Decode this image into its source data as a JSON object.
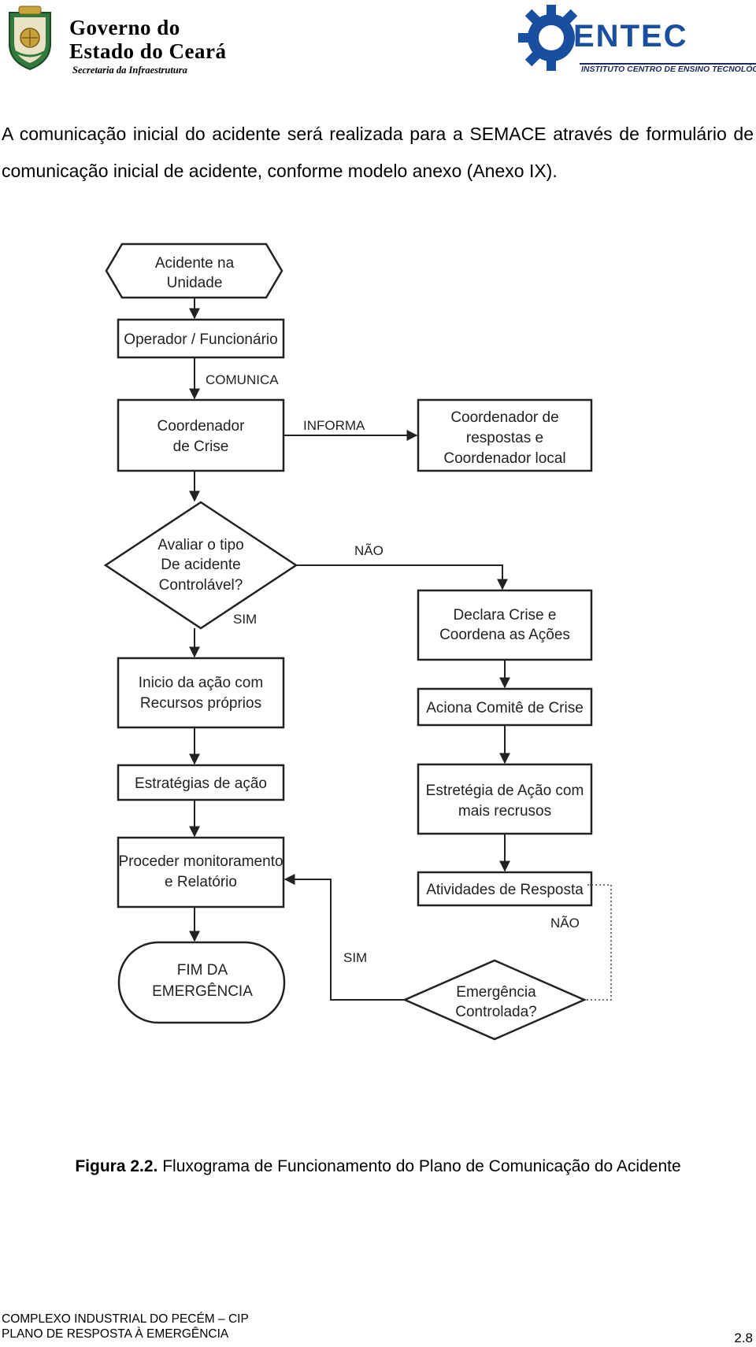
{
  "header": {
    "gov": {
      "line1": "Governo do",
      "line2": "Estado do Ceará",
      "line3": "Secretaria da Infraestrutura"
    },
    "entec": {
      "name": "ENTEC",
      "subtitle": "INSTITUTO CENTRO DE ENSINO TECNOLÓGICO"
    }
  },
  "intro_text": "A comunicação inicial do acidente será realizada para a SEMACE através de formulário de comunicação inicial de acidente, conforme modelo anexo (Anexo IX).",
  "flowchart": {
    "start": [
      "Acidente na",
      "Unidade"
    ],
    "operator": "Operador / Funcionário",
    "edge_comunica": "COMUNICA",
    "crisis_coord": [
      "Coordenador",
      "de Crise"
    ],
    "edge_informa": "INFORMA",
    "response_coord": [
      "Coordenador de",
      "respostas e",
      "Coordenador local"
    ],
    "decision1": [
      "Avaliar o tipo",
      "De acidente",
      "Controlável?"
    ],
    "edge_nao_1": "NÃO",
    "edge_sim_1": "SIM",
    "declara": [
      "Declara Crise e",
      "Coordena as Ações"
    ],
    "inicio": [
      "Inicio da ação com",
      "Recursos próprios"
    ],
    "aciona": "Aciona Comitê de Crise",
    "estrategias": "Estratégias de ação",
    "estretegia_mais": [
      "Estretégia de Ação com",
      "mais recrusos"
    ],
    "proceder": [
      "Proceder monitoramento",
      "e Relatório"
    ],
    "atividades": "Atividades de Resposta",
    "edge_nao_2": "NÃO",
    "edge_sim_2": "SIM",
    "fim": [
      "FIM DA",
      "EMERGÊNCIA"
    ],
    "decision2": [
      "Emergência",
      "Controlada?"
    ]
  },
  "caption": {
    "label": "Figura 2.2.",
    "text": " Fluxograma de Funcionamento do Plano de Comunicação do Acidente"
  },
  "footer": {
    "line1": "COMPLEXO INDUSTRIAL DO PECÉM – CIP",
    "line2": "PLANO DE RESPOSTA À EMERGÊNCIA"
  },
  "page_number": "2.8",
  "colors": {
    "entec_blue": "#1a4fa0",
    "crest_green": "#2f7a3c",
    "crest_gold": "#c9a23a"
  }
}
